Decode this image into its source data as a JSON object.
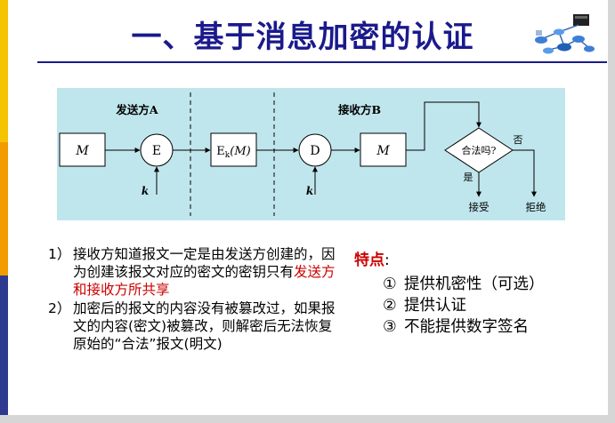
{
  "slide": {
    "title": "一、基于消息加密的认证",
    "colors": {
      "title": "#1a1a8c",
      "highlight": "#cc0000",
      "diagram_bg": "#bfe6ec"
    }
  },
  "diagram": {
    "sender_label": "发送方A",
    "receiver_label": "接收方B",
    "message_box": "M",
    "encrypt_node": "E",
    "ciphertext_prefix": "E",
    "ciphertext_sub": "k",
    "ciphertext_arg": "(M)",
    "decrypt_node": "D",
    "output_box": "M",
    "key_label": "k",
    "decision": "合法吗?",
    "yes_label": "是",
    "no_label": "否",
    "accept_label": "接受",
    "reject_label": "拒绝"
  },
  "notes": {
    "item1_num": "1）",
    "item1_text": "接收方知道报文一定是由发送方创建的，因为创建该报文对应的密文的密钥只有",
    "item1_highlight": "发送方和接收方所共享",
    "item2_num": "2）",
    "item2_text": "加密后的报文的内容没有被篡改过，如果报文的内容(密文)被篡改，则解密后无法恢复原始的“合法”报文(明文)"
  },
  "features": {
    "title": "特点",
    "colon": ":",
    "items": [
      {
        "mark": "①",
        "text": "提供机密性（可选）"
      },
      {
        "mark": "②",
        "text": "提供认证"
      },
      {
        "mark": "③",
        "text": "不能提供数字签名"
      }
    ]
  }
}
